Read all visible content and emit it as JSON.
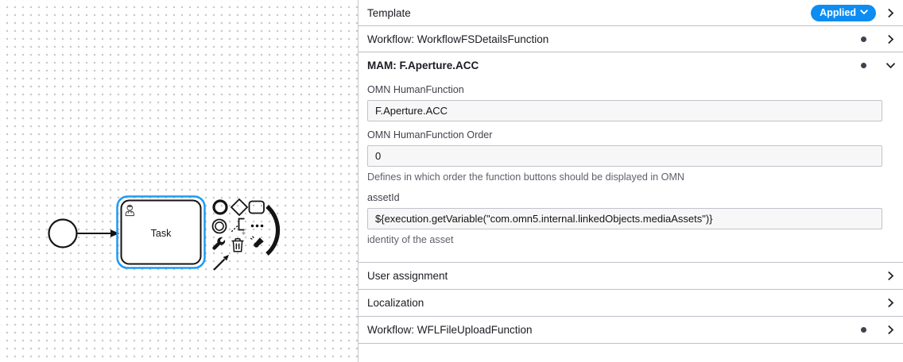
{
  "canvas": {
    "task_label": "Task"
  },
  "panel": {
    "template": {
      "label": "Template",
      "badge_label": "Applied"
    },
    "workflow_details": {
      "label": "Workflow: WorkflowFSDetailsFunction"
    },
    "mam": {
      "label": "MAM: F.Aperture.ACC",
      "human_function": {
        "label": "OMN HumanFunction",
        "value": "F.Aperture.ACC"
      },
      "human_function_order": {
        "label": "OMN HumanFunction Order",
        "value": "0",
        "description": "Defines in which order the function buttons should be displayed in OMN"
      },
      "asset_id": {
        "label": "assetId",
        "value": "${execution.getVariable(\"com.omn5.internal.linkedObjects.mediaAssets\")}",
        "description": "identity of the asset"
      }
    },
    "user_assignment": {
      "label": "User assignment"
    },
    "localization": {
      "label": "Localization"
    },
    "workflow_upload": {
      "label": "Workflow: WFLFileUploadFunction"
    }
  },
  "icons": {
    "collapsed_group": "chevron-right",
    "expanded_group": "chevron-down",
    "badge_dropdown": "chevron-down",
    "has_values_indicator": "dot"
  },
  "colors": {
    "badge_blue": "#0d8df2",
    "selection_blue": "#1f9bf0",
    "shape_black": "#141414",
    "divider_gray": "#bfbfc7"
  }
}
